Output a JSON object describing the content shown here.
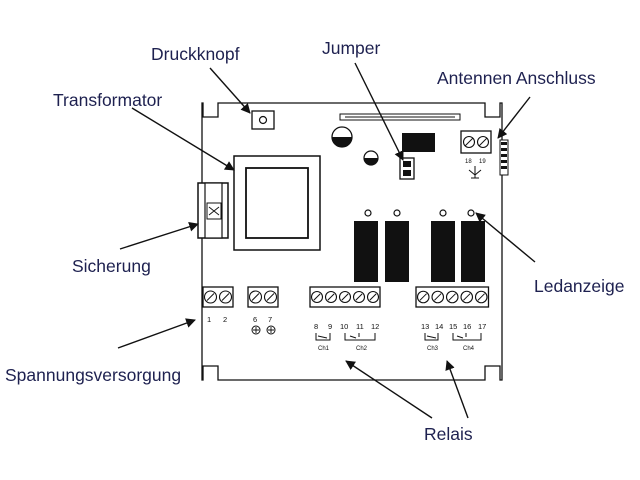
{
  "callouts": {
    "druckknopf": "Druckknopf",
    "jumper": "Jumper",
    "antennen_anschluss": "Antennen Anschluss",
    "transformator": "Transformator",
    "sicherung": "Sicherung",
    "ledanzeige": "Ledanzeige",
    "spannungsversorgung": "Spannungsversorgung",
    "relais": "Relais"
  },
  "terminals": {
    "power": [
      "1",
      "2"
    ],
    "aux": [
      "6",
      "7"
    ],
    "relay_left": [
      "8",
      "9",
      "10",
      "11",
      "12"
    ],
    "relay_right": [
      "13",
      "14",
      "15",
      "16",
      "17"
    ],
    "antenna": [
      "18",
      "19"
    ]
  },
  "channels": [
    "Ch1",
    "Ch2",
    "Ch3",
    "Ch4"
  ]
}
